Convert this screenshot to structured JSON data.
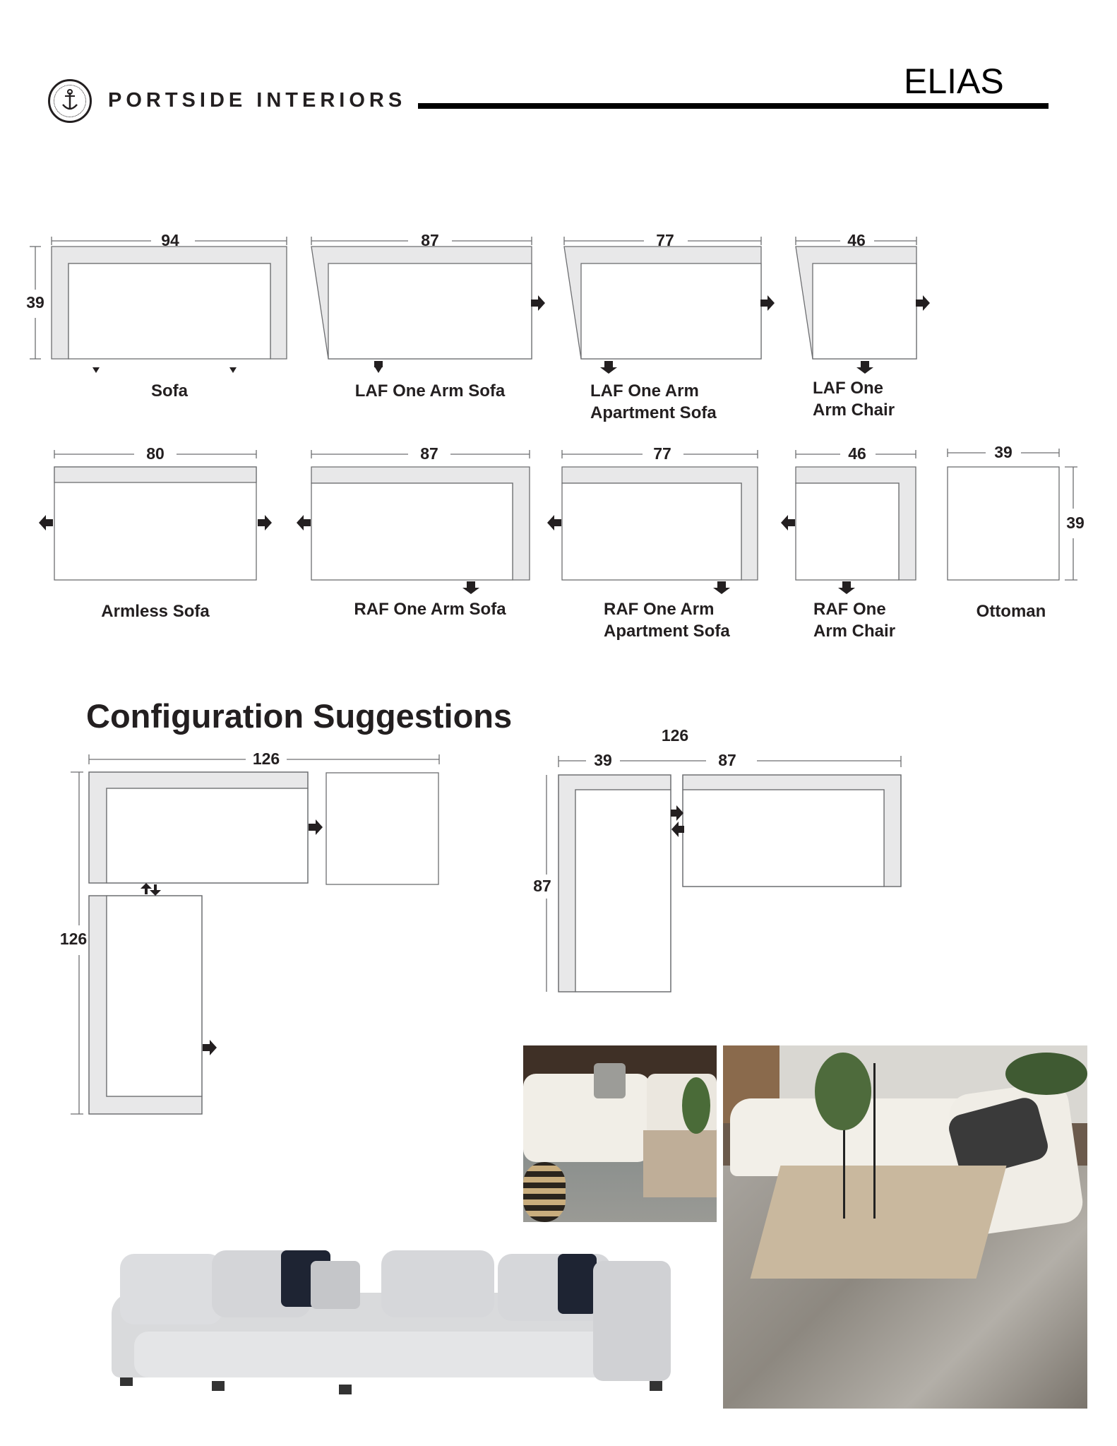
{
  "header": {
    "brand": "PORTSIDE INTERIORS",
    "logo_text": "PORTSIDE INTERIORS",
    "product": "ELIAS"
  },
  "pieces": {
    "row1": [
      {
        "name": "Sofa",
        "width": "94",
        "depth": "39"
      },
      {
        "name": "LAF One Arm Sofa",
        "width": "87"
      },
      {
        "name_lines": [
          "LAF One Arm",
          "Apartment Sofa"
        ],
        "width": "77"
      },
      {
        "name_lines": [
          "LAF One",
          "Arm Chair"
        ],
        "width": "46"
      }
    ],
    "row2": [
      {
        "name": "Armless Sofa",
        "width": "80"
      },
      {
        "name": "RAF One Arm Sofa",
        "width": "87"
      },
      {
        "name_lines": [
          "RAF One Arm",
          "Apartment Sofa"
        ],
        "width": "77"
      },
      {
        "name_lines": [
          "RAF One",
          "Arm Chair"
        ],
        "width": "46"
      },
      {
        "name": "Ottoman",
        "width": "39",
        "depth": "39"
      }
    ]
  },
  "configurations": {
    "heading": "Configuration Suggestions",
    "config1": {
      "width": "126",
      "depth": "126"
    },
    "config2": {
      "total": "126",
      "seg1": "39",
      "seg2": "87",
      "depth": "87"
    }
  },
  "colors": {
    "frame": "#e8e8e9",
    "line": "#6d6e71",
    "arrow": "#231f20",
    "sofa_fabric": "#d9dadc",
    "pillow_navy": "#1e2433",
    "floor_wood": "#6b5a4c",
    "cream": "#f2efe8"
  }
}
